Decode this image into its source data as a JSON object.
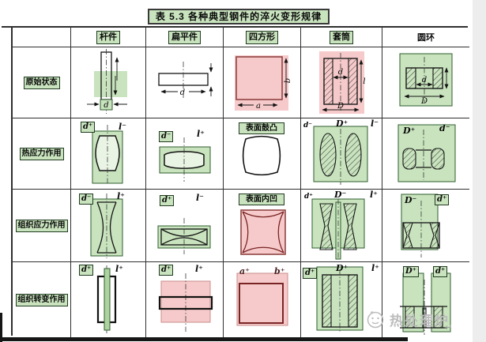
{
  "page": {
    "title": "表 5.3  各种典型钢件的淬火变形规律",
    "watermark": "热处理炉",
    "return_mark": "↵"
  },
  "columns": [
    {
      "label": "杆件"
    },
    {
      "label": "扁平件"
    },
    {
      "label": "四方形"
    },
    {
      "label": "套筒"
    },
    {
      "label": "圆环"
    }
  ],
  "rows": [
    "原始状态",
    "热应力作用",
    "组织应力作用",
    "组织转变作用"
  ],
  "cells": {
    "r1c1": {
      "d": "d"
    },
    "r1c2": {
      "d": "d"
    },
    "r1c3": {
      "a": "a",
      "b": "b"
    },
    "r1c4": {
      "d": "d",
      "D": "D",
      "l": "l"
    },
    "r1c5": {
      "d": "d",
      "D": "D"
    },
    "r2c1": {
      "d": "d⁺",
      "l": "l⁻"
    },
    "r2c2": {
      "d": "d⁻",
      "l": "l⁺"
    },
    "r2c3": {
      "note": "表面鼓凸"
    },
    "r2c4": {
      "d": "d⁻",
      "D": "D⁺",
      "l": "l⁻"
    },
    "r2c5": {
      "D": "D⁺",
      "d": "d⁻"
    },
    "r3c1": {
      "d": "d⁻",
      "l": "l⁺"
    },
    "r3c2": {
      "d": "d⁺",
      "l": "l⁻"
    },
    "r3c3": {
      "note": "表面内凹"
    },
    "r3c4": {
      "d": "d⁺",
      "D": "D⁻",
      "l": "l⁺"
    },
    "r3c5": {
      "D": "D⁻",
      "d": "d⁺"
    },
    "r4c1": {
      "d": "d⁺",
      "l": "l⁺"
    },
    "r4c2": {
      "d": "d⁺",
      "l": "l⁺"
    },
    "r4c3": {
      "a": "a⁺",
      "b": "b⁺"
    },
    "r4c4": {
      "d": "d⁺",
      "D": "D⁺",
      "l": "l⁺"
    },
    "r4c5": {
      "D": "D⁺",
      "d": "d⁺"
    }
  },
  "colors": {
    "highlight_green": "#c8e3bd",
    "highlight_pink": "#f6caca",
    "grid_line": "#2f2f2f",
    "accent_red": "#8a3a3a"
  }
}
